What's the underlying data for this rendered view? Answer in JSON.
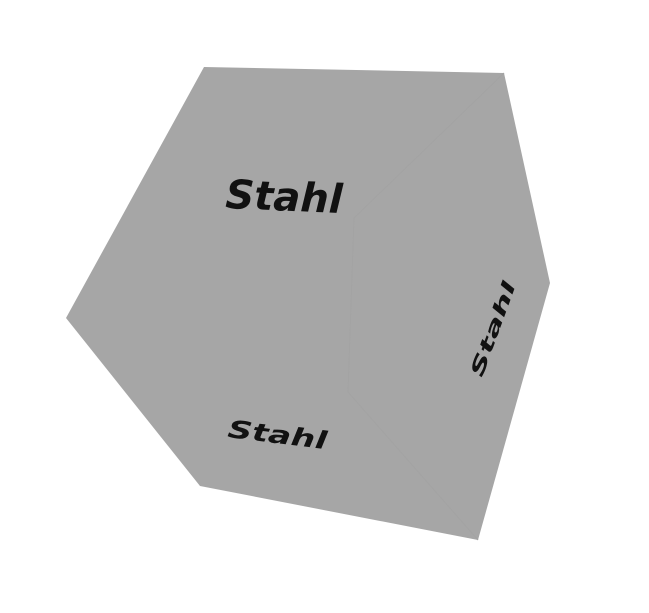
{
  "background_color": "#ffffff",
  "cube": {
    "color": "#a6a6a6",
    "edge_color": "#a3a3a3",
    "faces": [
      {
        "name": "front",
        "label": "Stahl"
      },
      {
        "name": "right",
        "label": "Stahl"
      },
      {
        "name": "bottom",
        "label": "Stahl"
      }
    ]
  }
}
